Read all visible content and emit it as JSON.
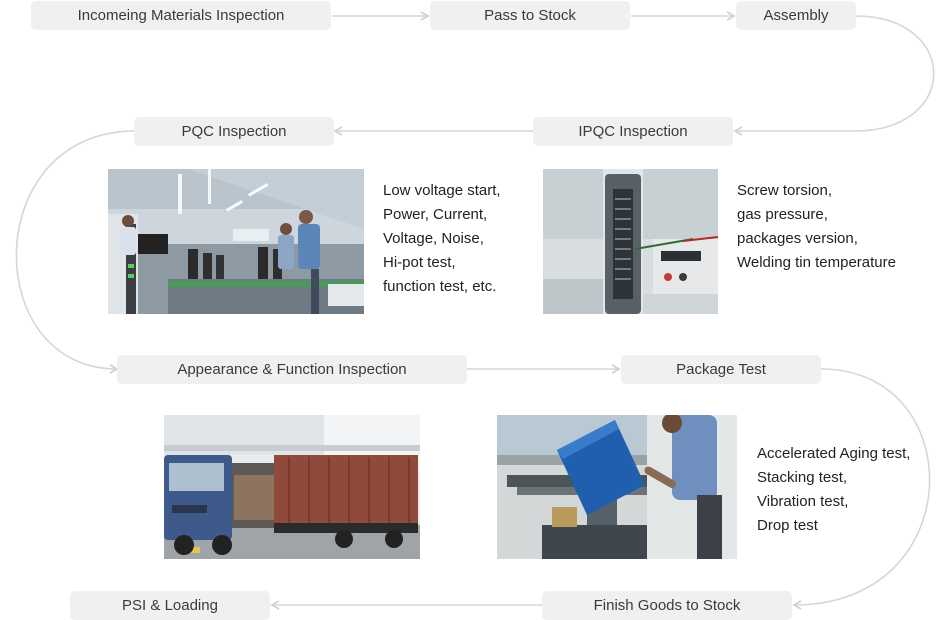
{
  "steps": {
    "incoming": "Incomeing Materials Inspection",
    "pass_to_stock": "Pass to Stock",
    "assembly": "Assembly",
    "ipqc": "IPQC Inspection",
    "pqc": "PQC Inspection",
    "appearance": "Appearance & Function Inspection",
    "package_test": "Package Test",
    "finish_goods": "Finish Goods to Stock",
    "psi_loading": "PSI & Loading"
  },
  "notes": {
    "pqc": [
      "Low voltage start,",
      "Power, Current,",
      "Voltage, Noise,",
      "Hi-pot test,",
      "function test, etc."
    ],
    "ipqc": [
      "Screw torsion,",
      "gas pressure,",
      "packages version,",
      "Welding tin temperature"
    ],
    "package": [
      "Accelerated Aging test,",
      "Stacking test,",
      "Vibration test,",
      "Drop test"
    ]
  },
  "photos": {
    "pqc": "factory-testing-line-photo",
    "ipqc": "torsion-tester-photo",
    "loading": "truck-loading-dock-photo",
    "package": "drop-test-machine-photo"
  },
  "colors": {
    "box": "#f0f0f0",
    "arrow": "#d6d6d6",
    "text": "#3a3a3a"
  }
}
